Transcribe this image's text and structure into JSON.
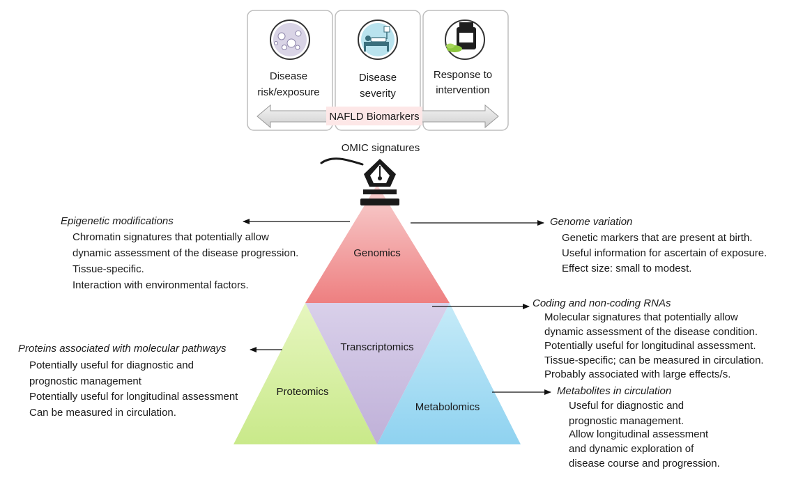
{
  "top_panel": {
    "cards": [
      {
        "icon": "liver-cells-icon",
        "line1": "Disease",
        "line2": "risk/exposure"
      },
      {
        "icon": "patient-bed-icon",
        "line1": "Disease",
        "line2": "severity"
      },
      {
        "icon": "medication-icon",
        "line1": "Response to",
        "line2": "intervention"
      }
    ],
    "banner": "NAFLD Biomarkers",
    "banner_color": "#fde7e7"
  },
  "omic_label": "OMIC signatures",
  "pyramid": {
    "genomics": {
      "label": "Genomics",
      "color_top": "#f6c2c2",
      "color_bottom": "#ee7f80"
    },
    "transcriptomics": {
      "label": "Transcriptomics",
      "color": "#cbbfdf"
    },
    "proteomics": {
      "label": "Proteomics",
      "color": "#d6ee9c"
    },
    "metabolomics": {
      "label": "Metabolomics",
      "color": "#a9dcf3"
    }
  },
  "annotations": {
    "epigenetic": {
      "heading": "Epigenetic modifications",
      "lines": [
        "Chromatin signatures that potentially allow",
        "dynamic assessment of the disease progression.",
        "Tissue-specific.",
        "Interaction with environmental factors."
      ]
    },
    "genome": {
      "heading": "Genome variation",
      "lines": [
        "Genetic markers that are present at birth.",
        "Useful information for ascertain of exposure.",
        "Effect size: small to modest."
      ]
    },
    "rna": {
      "heading": "Coding and non-coding RNAs",
      "lines": [
        "Molecular signatures that potentially allow",
        "dynamic assessment of the disease condition.",
        "Potentially useful for longitudinal assessment.",
        "Tissue-specific; can be measured in circulation.",
        "Probably associated with large effects/s."
      ]
    },
    "proteins": {
      "heading": "Proteins associated with molecular pathways",
      "lines": [
        "Potentially useful for diagnostic and",
        "prognostic management",
        "Potentially useful for longitudinal assessment",
        "Can be measured in circulation."
      ]
    },
    "metabolites": {
      "heading": "Metabolites in circulation",
      "lines": [
        "Useful for diagnostic and",
        "prognostic management.",
        "Allow longitudinal assessment",
        "and dynamic exploration of",
        "disease course and progression."
      ]
    }
  }
}
